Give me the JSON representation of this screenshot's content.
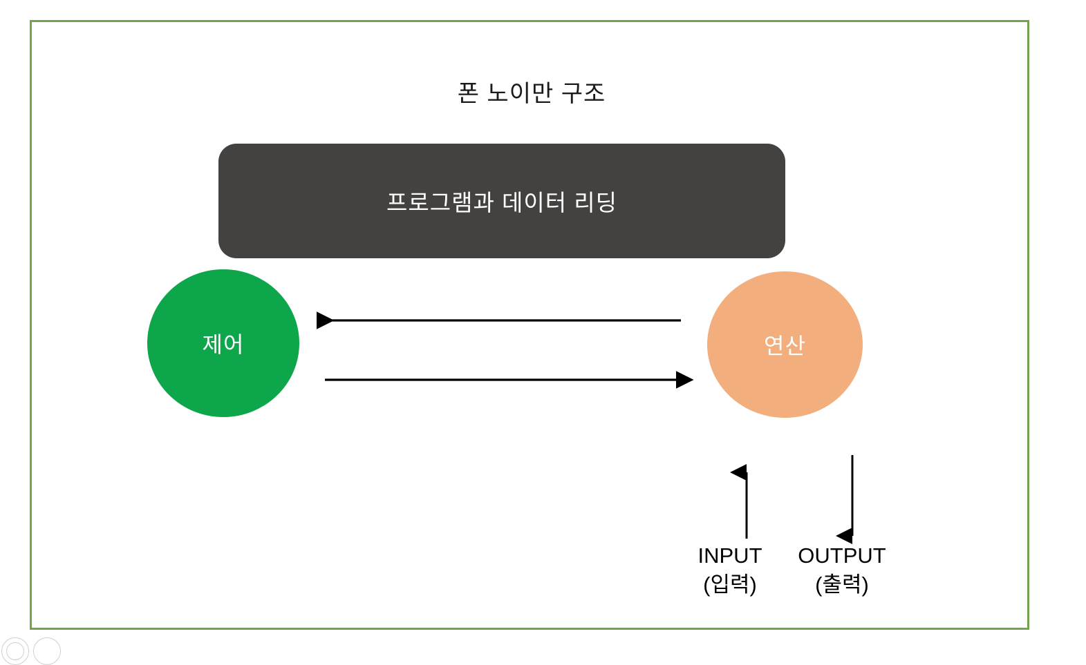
{
  "slide": {
    "title": "폰 노이만 구조",
    "border_color": "#72a44a",
    "background": "#ffffff"
  },
  "memory": {
    "label": "프로그램과 데이터 리딩",
    "fill_color": "#434241",
    "text_color": "#ffffff"
  },
  "units": [
    {
      "id": "control",
      "label": "제어",
      "fill_color": "#0ea64b",
      "text_color": "#ffffff"
    },
    {
      "id": "arithmetic",
      "label": "연산",
      "fill_color": "#f2ae7c",
      "text_color": "#ffffff"
    }
  ],
  "io": {
    "input": {
      "title": "INPUT",
      "subtitle": "(입력)",
      "direction": "up"
    },
    "output": {
      "title": "OUTPUT",
      "subtitle": "(출력)",
      "direction": "down"
    }
  },
  "connectors": [
    {
      "name": "arithmetic-to-control",
      "direction": "left"
    },
    {
      "name": "control-to-arithmetic",
      "direction": "right"
    },
    {
      "name": "input-to-arithmetic",
      "direction": "up"
    },
    {
      "name": "arithmetic-to-output",
      "direction": "down"
    }
  ]
}
